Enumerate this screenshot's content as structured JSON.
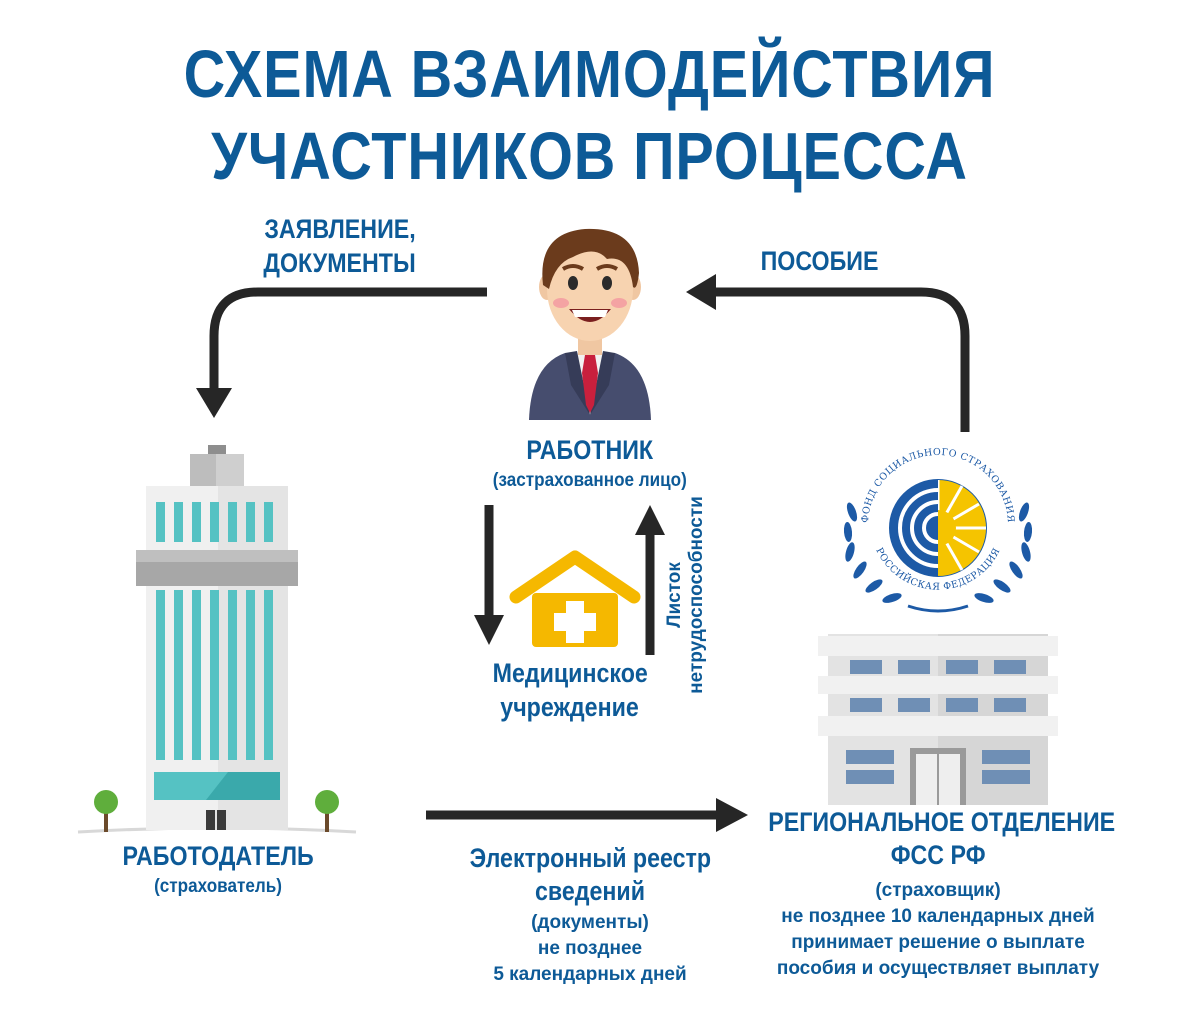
{
  "title": {
    "line1": "СХЕМА ВЗАИМОДЕЙСТВИЯ",
    "line2": "УЧАСТНИКОВ ПРОЦЕССА"
  },
  "flows": {
    "application_line1": "ЗАЯВЛЕНИЕ,",
    "application_line2": "ДОКУМЕНТЫ",
    "benefit": "ПОСОБИЕ",
    "sick_leave_line1": "Листок",
    "sick_leave_line2": "нетрудоспособности",
    "registry_line1": "Электронный реестр",
    "registry_line2": "сведений",
    "registry_docs": "(документы)",
    "registry_deadline_line1": "не позднее",
    "registry_deadline_line2": "5 календарных дней"
  },
  "employee": {
    "name": "РАБОТНИК",
    "role": "(застрахованное лицо)"
  },
  "medical": {
    "line1": "Медицинское",
    "line2": "учреждение"
  },
  "employer": {
    "name": "РАБОТОДАТЕЛЬ",
    "role": "(страхователь)"
  },
  "fss": {
    "name_line1": "РЕГИОНАЛЬНОЕ ОТДЕЛЕНИЕ",
    "name_line2": "ФСС РФ",
    "role": "(страховщик)",
    "note_line1": "не позднее 10 календарных дней",
    "note_line2": "принимает решение о выплате",
    "note_line3": "пособия и осуществляет выплату",
    "emblem_text_top": "ФОНД СОЦИАЛЬНОГО СТРАХОВАНИЯ",
    "emblem_text_bottom": "РОССИЙСКАЯ ФЕДЕРАЦИЯ"
  },
  "colors": {
    "brand_blue": "#0d5a97",
    "arrow": "#262626",
    "medical_yellow": "#f5b800",
    "glass_teal": "#55c2c3",
    "building_gray": "#d6d6d6"
  }
}
